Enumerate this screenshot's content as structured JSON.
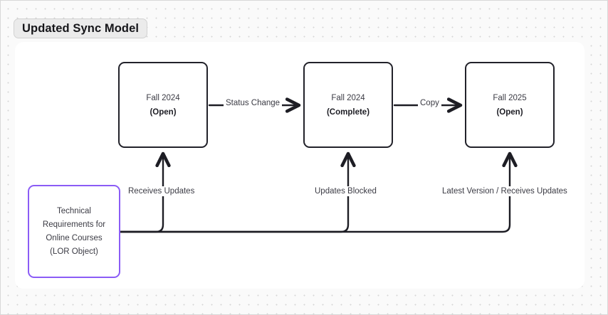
{
  "header": {
    "title": "Updated Sync Model"
  },
  "diagram": {
    "nodes": [
      {
        "id": "fall2024-open",
        "title": "Fall 2024",
        "status": "(Open)",
        "border_color": "#22222a"
      },
      {
        "id": "fall2024-complete",
        "title": "Fall 2024",
        "status": "(Complete)",
        "border_color": "#22222a"
      },
      {
        "id": "fall2025-open",
        "title": "Fall 2025",
        "status": "(Open)",
        "border_color": "#22222a"
      },
      {
        "id": "lor-object",
        "line1": "Technical",
        "line2": "Requirements for",
        "line3": "Online Courses",
        "line4": "(LOR Object)",
        "border_color": "#8b5cf6"
      }
    ],
    "edges": [
      {
        "id": "status-change",
        "label": "Status Change",
        "from": "fall2024-open",
        "to": "fall2024-complete"
      },
      {
        "id": "copy",
        "label": "Copy",
        "from": "fall2024-complete",
        "to": "fall2025-open"
      },
      {
        "id": "receives-updates",
        "label": "Receives Updates",
        "from": "lor-object",
        "to": "fall2024-open"
      },
      {
        "id": "updates-blocked",
        "label": "Updates Blocked",
        "from": "lor-object",
        "to": "fall2024-complete"
      },
      {
        "id": "latest-version",
        "label": "Latest Version / Receives Updates",
        "from": "lor-object",
        "to": "fall2025-open"
      }
    ]
  },
  "canvas": {
    "background": "#fafafa",
    "panel_background": "#ffffff",
    "grid_dot_color": "#d6d6d6",
    "edge_color": "#1d1d24"
  }
}
